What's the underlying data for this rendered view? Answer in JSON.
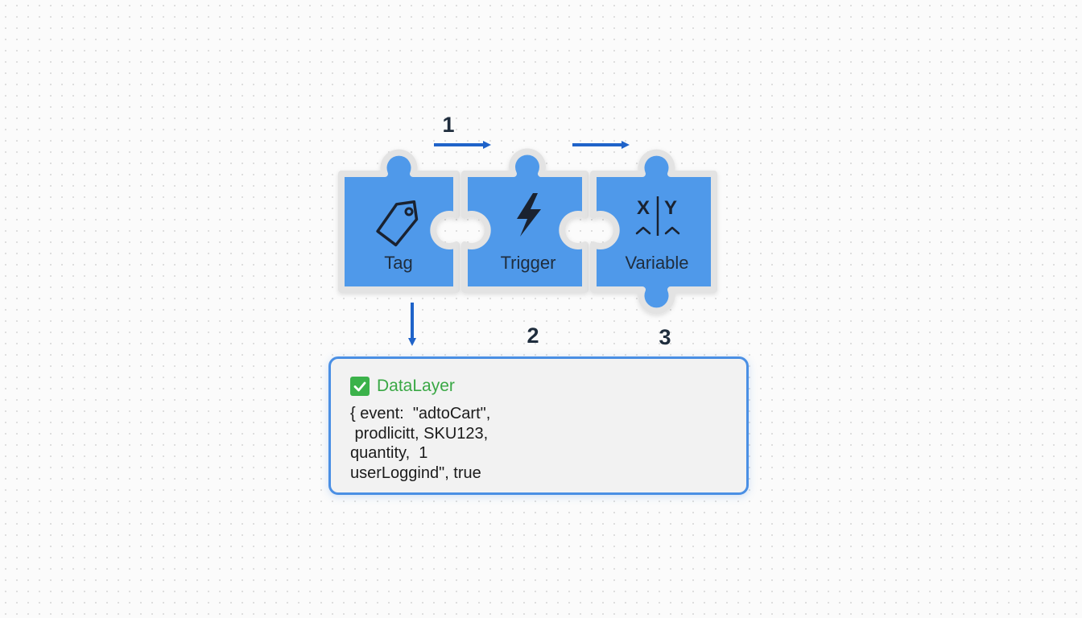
{
  "pieces": [
    {
      "label": "Tag",
      "icon": "tag-icon"
    },
    {
      "label": "Trigger",
      "icon": "lightning-icon"
    },
    {
      "label": "Variable",
      "icon": "variable-xy-icon",
      "icon_text_left": "X",
      "icon_text_right": "Y"
    }
  ],
  "steps": [
    "1",
    "2",
    "3"
  ],
  "datalayer": {
    "title": "DataLayer",
    "lines": [
      "{ event:  \"adtoCart\",",
      " prodlicitt, SKU123,",
      "quantity,  1",
      "userLoggind\", true"
    ]
  },
  "colors": {
    "piece_fill": "#5099ea",
    "piece_outline": "#e3e3e3",
    "arrow": "#1f63c9",
    "panel_border": "#4a8fe4",
    "check": "#3bb24a",
    "title_green": "#3aa845"
  }
}
